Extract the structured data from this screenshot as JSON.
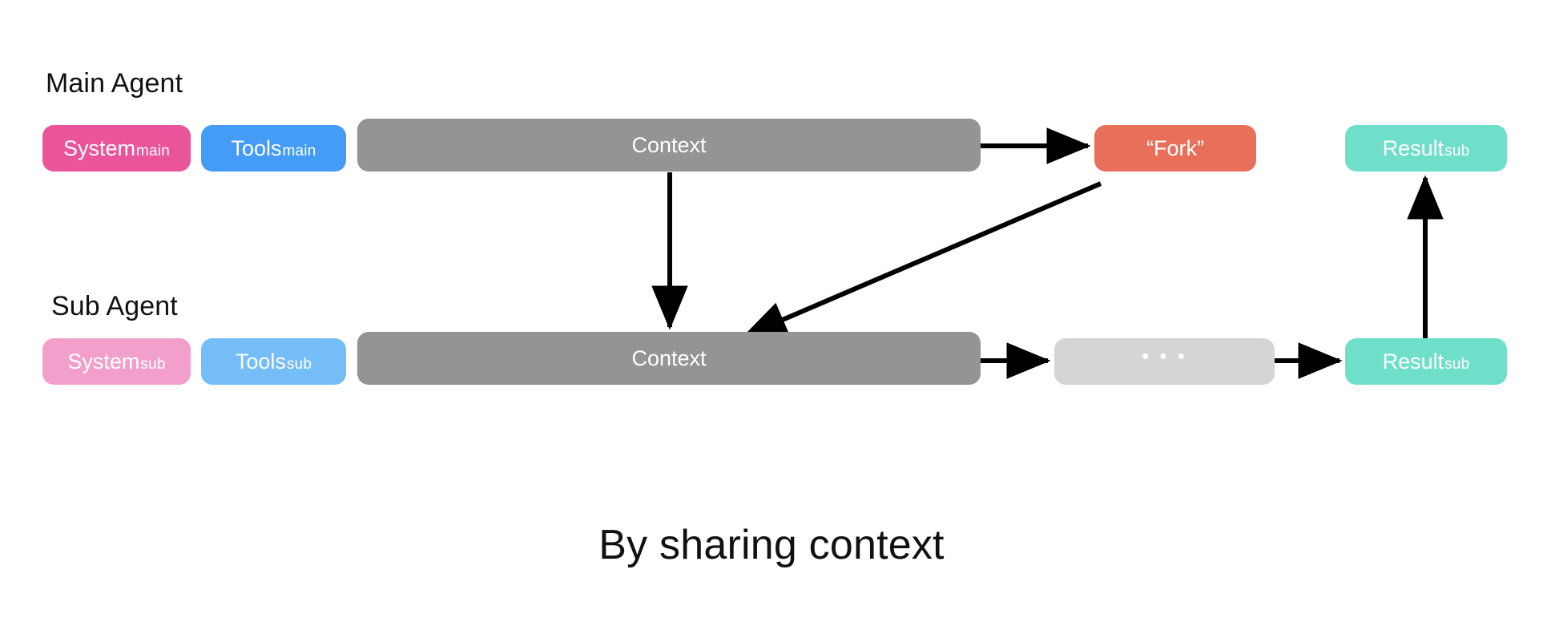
{
  "diagram": {
    "caption": "By sharing context",
    "rows": [
      {
        "id": "main",
        "label": "Main Agent",
        "boxes": [
          {
            "id": "system-main",
            "base": "System",
            "sub": "main",
            "color": "#EA549B"
          },
          {
            "id": "tools-main",
            "base": "Tools",
            "sub": "main",
            "color": "#459CF6"
          },
          {
            "id": "context-main",
            "base": "Context",
            "sub": "",
            "color": "#949494"
          },
          {
            "id": "fork",
            "base": "“Fork”",
            "sub": "",
            "color": "#E86F59"
          },
          {
            "id": "result-main",
            "base": "Result",
            "sub": "sub",
            "color": "#6FDFC9"
          }
        ]
      },
      {
        "id": "sub",
        "label": "Sub Agent",
        "boxes": [
          {
            "id": "system-sub",
            "base": "System",
            "sub": "sub",
            "color": "#F2A0CB"
          },
          {
            "id": "tools-sub",
            "base": "Tools",
            "sub": "sub",
            "color": "#74BDF7"
          },
          {
            "id": "context-sub",
            "base": "Context",
            "sub": "",
            "color": "#949494"
          },
          {
            "id": "ellipsis",
            "base": "• • •",
            "sub": "",
            "color": "#D5D5D5"
          },
          {
            "id": "result-sub",
            "base": "Result",
            "sub": "sub",
            "color": "#6FDFC9"
          }
        ]
      }
    ],
    "arrows": [
      {
        "id": "context-main-to-fork",
        "from": "context-main",
        "to": "fork",
        "kind": "horizontal"
      },
      {
        "id": "context-main-to-context-sub",
        "from": "context-main",
        "to": "context-sub",
        "kind": "vertical-down"
      },
      {
        "id": "fork-to-context-sub",
        "from": "fork",
        "to": "context-sub",
        "kind": "diagonal"
      },
      {
        "id": "context-sub-to-ellipsis",
        "from": "context-sub",
        "to": "ellipsis",
        "kind": "horizontal"
      },
      {
        "id": "ellipsis-to-result-sub",
        "from": "ellipsis",
        "to": "result-sub",
        "kind": "horizontal"
      },
      {
        "id": "result-sub-to-result-main",
        "from": "result-sub",
        "to": "result-main",
        "kind": "vertical-up"
      }
    ],
    "colors": {
      "background": "#FFFFFF",
      "text": "#111111",
      "box_text": "#FFFFFF",
      "arrow": "#000000",
      "system_main": "#EA549B",
      "tools_main": "#459CF6",
      "context": "#949494",
      "fork": "#E86F59",
      "result": "#6FDFC9",
      "system_sub": "#F2A0CB",
      "tools_sub": "#74BDF7",
      "ellipsis": "#D5D5D5"
    }
  }
}
